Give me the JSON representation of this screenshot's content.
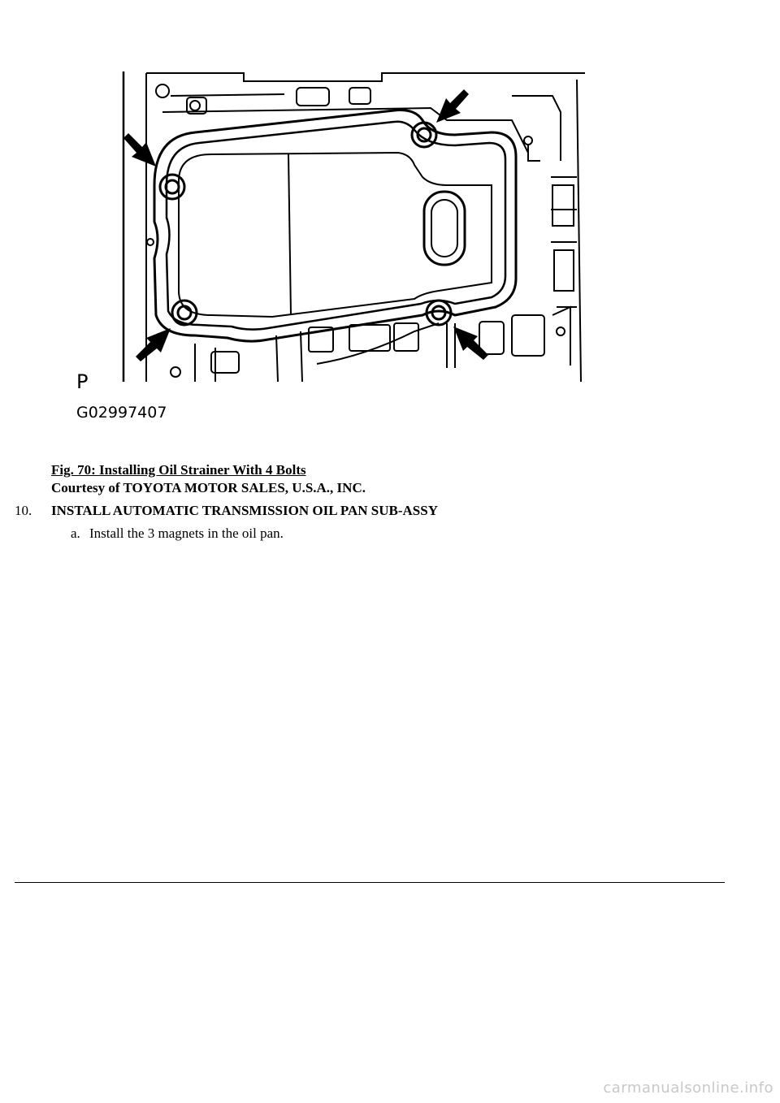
{
  "figure": {
    "corner_letter": "P",
    "image_code": "G02997407",
    "caption_title": "Fig. 70: Installing Oil Strainer With 4 Bolts",
    "caption_courtesy": "Courtesy of TOYOTA MOTOR SALES, U.S.A., INC."
  },
  "step": {
    "number": "10.",
    "heading": "INSTALL AUTOMATIC TRANSMISSION OIL PAN SUB-ASSY"
  },
  "substep": {
    "letter": "a.",
    "text": "Install the 3 magnets in the oil pan."
  },
  "watermark": "carmanualsonline.info"
}
